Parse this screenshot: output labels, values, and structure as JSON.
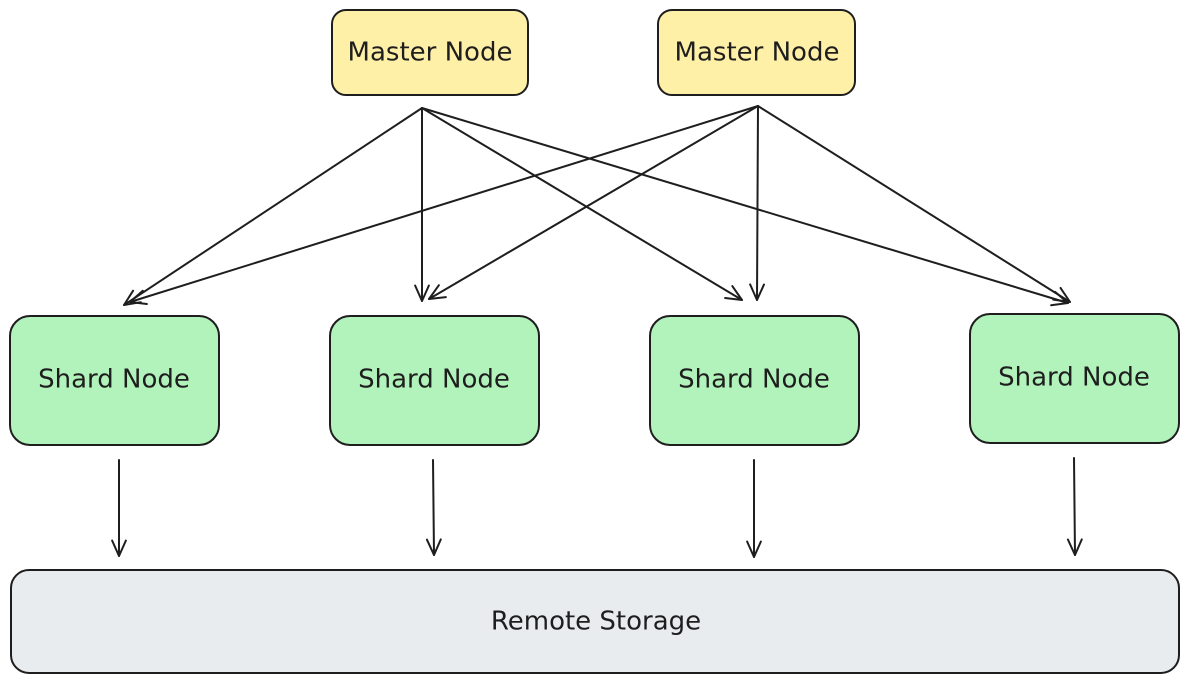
{
  "colors": {
    "master_fill": "#fff0a8",
    "shard_fill": "#b2f2bb",
    "storage_fill": "#e9ecef",
    "stroke": "#1e1e1e"
  },
  "masters": [
    {
      "id": "master-1",
      "label": "Master Node"
    },
    {
      "id": "master-2",
      "label": "Master Node"
    }
  ],
  "shards": [
    {
      "id": "shard-1",
      "label": "Shard Node"
    },
    {
      "id": "shard-2",
      "label": "Shard Node"
    },
    {
      "id": "shard-3",
      "label": "Shard Node"
    },
    {
      "id": "shard-4",
      "label": "Shard Node"
    }
  ],
  "storage": {
    "id": "remote-storage",
    "label": "Remote Storage"
  },
  "edges": [
    {
      "from": "master-1",
      "to": "shard-1"
    },
    {
      "from": "master-1",
      "to": "shard-2"
    },
    {
      "from": "master-1",
      "to": "shard-3"
    },
    {
      "from": "master-1",
      "to": "shard-4"
    },
    {
      "from": "master-2",
      "to": "shard-1"
    },
    {
      "from": "master-2",
      "to": "shard-2"
    },
    {
      "from": "master-2",
      "to": "shard-3"
    },
    {
      "from": "master-2",
      "to": "shard-4"
    },
    {
      "from": "shard-1",
      "to": "remote-storage"
    },
    {
      "from": "shard-2",
      "to": "remote-storage"
    },
    {
      "from": "shard-3",
      "to": "remote-storage"
    },
    {
      "from": "shard-4",
      "to": "remote-storage"
    }
  ]
}
